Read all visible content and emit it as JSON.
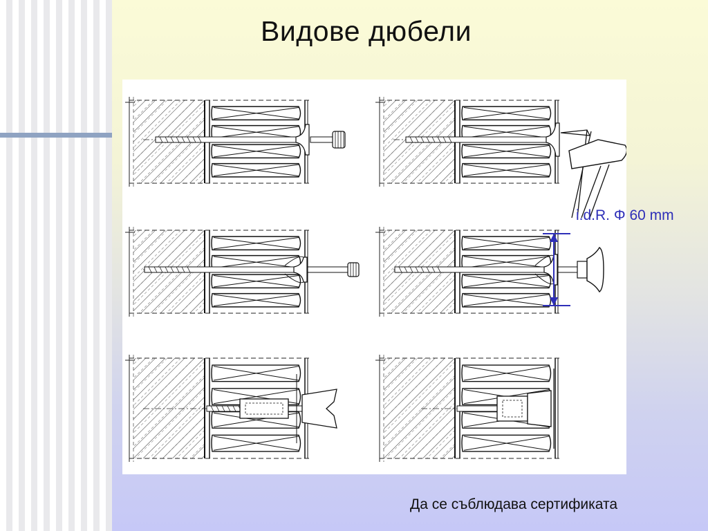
{
  "slide": {
    "title": "Видове дюбели",
    "footer": "Да се съблюдава сертификата"
  },
  "diagram": {
    "dimension_label": "i.d.R. Φ 60 mm",
    "accent_color": "#2e2fb8",
    "panels": [
      {
        "id": "hammer-in-with-screw-nut"
      },
      {
        "id": "hammer-in-with-hammer"
      },
      {
        "id": "screw-in-with-driver"
      },
      {
        "id": "screw-in-with-setting-tool"
      },
      {
        "id": "recessed-install-with-cap"
      },
      {
        "id": "recessed-install-flush"
      }
    ]
  }
}
